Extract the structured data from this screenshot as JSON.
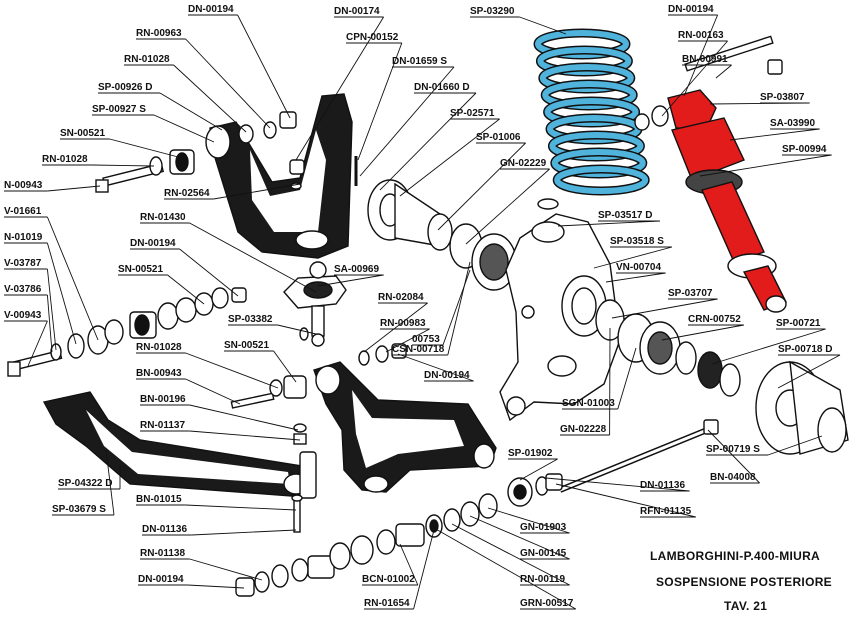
{
  "title": {
    "line1": "LAMBORGHINI-P.400-MIURA",
    "line2": "SOSPENSIONE POSTERIORE",
    "line3": "TAV. 21"
  },
  "colors": {
    "spring": "#4fb3dc",
    "damper": "#e21b1b",
    "ink": "#111111"
  },
  "labels": [
    "DN-00194",
    "DN-00174",
    "RN-00963",
    "RN-01028",
    "SP-00926 D",
    "SP-00927 S",
    "SN-00521",
    "RN-01028",
    "N-00943",
    "RN-02564",
    "CPN-00152",
    "DN-01659 S",
    "DN-01660 D",
    "SP-02571",
    "SP-01006",
    "GN-02229",
    "SP-03290",
    "DN-00194",
    "RN-00163",
    "BN-00991",
    "SP-03807",
    "SA-03990",
    "SP-00994",
    "V-01661",
    "N-01019",
    "V-03787",
    "V-03786",
    "V-00943",
    "RN-01430",
    "DN-00194",
    "SN-00521",
    "SA-00969",
    "RN-02084",
    "RN-00983",
    "CSN-00718",
    "00753",
    "DN-00194",
    "SP-03517 D",
    "SP-03518 S",
    "VN-00704",
    "SP-03707",
    "CRN-00752",
    "SP-00721",
    "SP-00718 D",
    "SGN-01003",
    "GN-02228",
    "SP-00719 S",
    "BN-04008",
    "SP-03382",
    "RN-01028",
    "SN-00521",
    "BN-00943",
    "BN-00196",
    "RN-01137",
    "SP-04322 D",
    "SP-03679 S",
    "BN-01015",
    "DN-01136",
    "RN-01138",
    "DN-00194",
    "SP-01902",
    "DN-01136",
    "RFN-01135",
    "GN-01903",
    "GN-00145",
    "BCN-01002",
    "RN-00119",
    "RN-01654",
    "GRN-00517"
  ]
}
